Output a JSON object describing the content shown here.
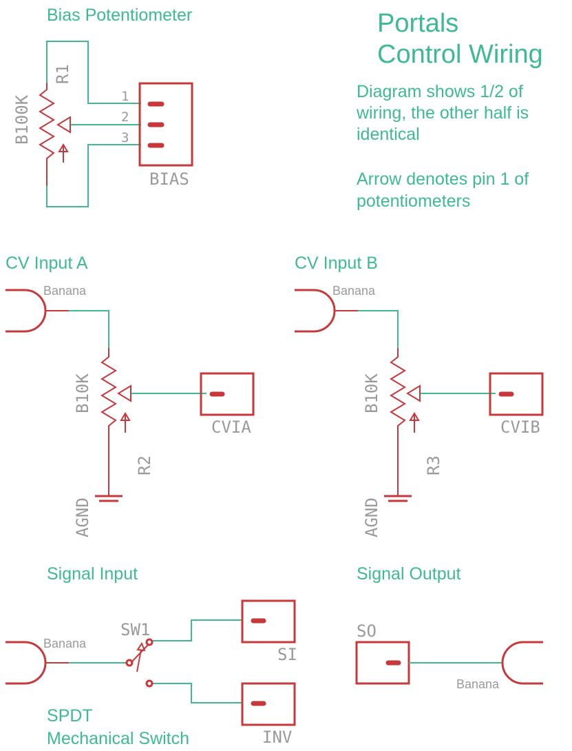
{
  "title": {
    "line1": "Portals",
    "line2": "Control Wiring"
  },
  "notes": {
    "half_line1": "Diagram shows 1/2 of",
    "half_line2": "wiring, the other half is",
    "half_line3": "identical",
    "arrow_line1": "Arrow denotes pin 1 of",
    "arrow_line2": "potentiometers"
  },
  "bias": {
    "heading": "Bias Potentiometer",
    "pot_name": "R1",
    "pot_value": "B100K",
    "pin1": "1",
    "pin2": "2",
    "pin3": "3",
    "connector_label": "BIAS"
  },
  "cv_a": {
    "heading": "CV Input A",
    "jack_label": "Banana",
    "pot_value": "B10K",
    "pot_name": "R2",
    "ground_label": "AGND",
    "connector_label": "CVIA"
  },
  "cv_b": {
    "heading": "CV Input B",
    "jack_label": "Banana",
    "pot_value": "B10K",
    "pot_name": "R3",
    "ground_label": "AGND",
    "connector_label": "CVIB"
  },
  "signal_input": {
    "heading": "Signal Input",
    "jack_label": "Banana",
    "switch_name": "SW1",
    "connector_si": "SI",
    "connector_inv": "INV",
    "switch_desc_line1": "SPDT",
    "switch_desc_line2": "Mechanical Switch"
  },
  "signal_output": {
    "heading": "Signal Output",
    "connector_label": "SO",
    "jack_label": "Banana"
  },
  "colors": {
    "wire": "#3dbb8f",
    "part": "#c8373a",
    "label_gray": "#9a9a9a",
    "heading_green": "#3dbb8f"
  }
}
